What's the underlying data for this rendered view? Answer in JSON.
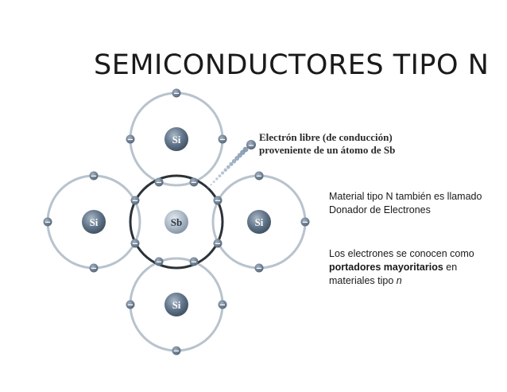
{
  "title": "SEMICONDUCTORES TIPO N",
  "atoms": {
    "top": "Si",
    "left": "Si",
    "center": "Sb",
    "right": "Si",
    "bottom": "Si"
  },
  "electron_sign": "−",
  "callout": {
    "line1": "Electrón libre (de conducción)",
    "line2": "proveniente de un átomo de Sb"
  },
  "paragraph1": "Material tipo N también es llamado Donador de Electrones",
  "paragraph2": {
    "pre": "Los electrones se conocen como ",
    "bold": "portadores mayoritarios",
    "mid": " en materiales tipo ",
    "italic": "n"
  },
  "colors": {
    "orbit_outer": "#b8c3ce",
    "orbit_center": "#2b3238",
    "electron": "#6c7e90",
    "nucleus": "#5c6e80"
  }
}
